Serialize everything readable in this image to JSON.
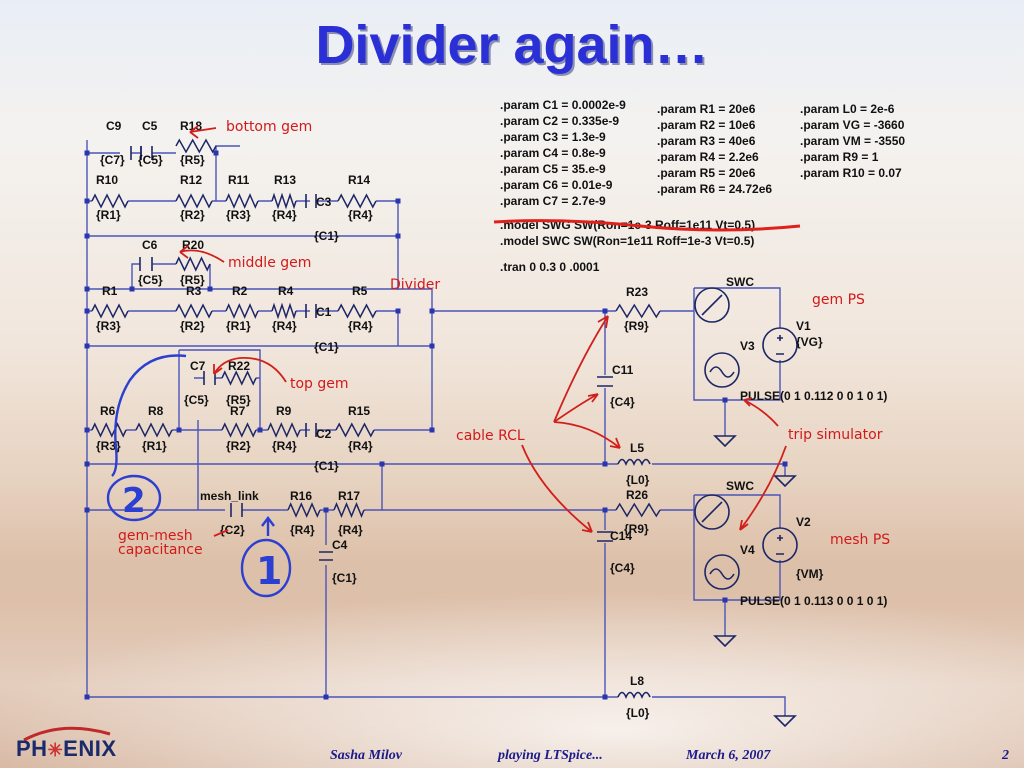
{
  "slide": {
    "title": "Divider again…",
    "footer": {
      "author": "Sasha Milov",
      "topic": "playing LTSpice...",
      "date": "March 6, 2007",
      "page": "2"
    },
    "logo": {
      "left": "PH",
      "right": "ENIX"
    }
  },
  "params": {
    "col1": [
      ".param C1 = 0.0002e-9",
      ".param C2 = 0.335e-9",
      ".param C3 = 1.3e-9",
      ".param C4 = 0.8e-9",
      ".param C5 = 35.e-9",
      ".param C6 = 0.01e-9",
      ".param C7 = 2.7e-9"
    ],
    "col2": [
      ".param R1 = 20e6",
      ".param R2 = 10e6",
      ".param R3 = 40e6",
      ".param R4 = 2.2e6",
      ".param R5 = 20e6",
      ".param R6 = 24.72e6"
    ],
    "col3": [
      ".param L0 = 2e-6",
      ".param VG = -3660",
      ".param VM = -3550",
      ".param R9 = 1",
      ".param R10 = 0.07"
    ],
    "model_struck": ".model SWG SW(Ron=1e-3 Roff=1e11 Vt=0.5)",
    "model": ".model SWC SW(Ron=1e11 Roff=1e-3 Vt=0.5)",
    "tran": ".tran 0 0.3 0 .0001"
  },
  "components": {
    "C9": "C9",
    "C9v": "{C7}",
    "C5": "C5",
    "C5v": "{C5}",
    "R18": "R18",
    "R18v": "{R5}",
    "R10": "R10",
    "R10v": "{R1}",
    "R12": "R12",
    "R12v": "{R2}",
    "R11": "R11",
    "R11v": "{R3}",
    "R13": "R13",
    "R13v": "{R4}",
    "C3": "C3",
    "C3v": "{C1}",
    "R14": "R14",
    "R14v": "{R4}",
    "C6": "C6",
    "C6v": "{C5}",
    "R20": "R20",
    "R20v": "{R5}",
    "R1": "R1",
    "R1v": "{R3}",
    "R3": "R3",
    "R3v": "{R2}",
    "R2": "R2",
    "R2v": "{R1}",
    "R4": "R4",
    "R4v": "{R4}",
    "C1": "C1",
    "C1v": "{C1}",
    "R5": "R5",
    "R5v": "{R4}",
    "C7": "C7",
    "C7v": "{C5}",
    "R22": "R22",
    "R22v": "{R5}",
    "R6": "R6",
    "R6v": "{R3}",
    "R8": "R8",
    "R8v": "{R1}",
    "R7": "R7",
    "R7v": "{R2}",
    "R9": "R9",
    "R9v": "{R4}",
    "C2": "C2",
    "C2v": "{C1}",
    "R15": "R15",
    "R15v": "{R4}",
    "mesh_link": "mesh_link",
    "mesh_linkv": "{C2}",
    "R16": "R16",
    "R16v": "{R4}",
    "R17": "R17",
    "R17v": "{R4}",
    "C4": "C4",
    "C4v": "{C1}",
    "R23": "R23",
    "R23v": "{R9}",
    "C11": "C11",
    "C11v": "{C4}",
    "L5": "L5",
    "L5v": "{L0}",
    "R26": "R26",
    "R26v": "{R9}",
    "C14": "C14",
    "C14v": "{C4}",
    "L8": "L8",
    "L8v": "{L0}",
    "SWC1": "SWC",
    "SWC2": "SWC",
    "V1": "V1",
    "V1v": "{VG}",
    "V3": "V3",
    "V2": "V2",
    "V2v": "{VM}",
    "V4": "V4",
    "pulse1": "PULSE(0 1 0.112 0 0 1 0 1)",
    "pulse2": "PULSE(0 1 0.113 0 0 1 0 1)"
  },
  "annotations": {
    "bottom_gem": "bottom gem",
    "middle_gem": "middle gem",
    "top_gem": "top gem",
    "divider": "Divider",
    "gem_ps": "gem PS",
    "cable_rcl": "cable RCL",
    "trip_simulator": "trip simulator",
    "mesh_ps": "mesh PS",
    "gem_mesh": "gem-mesh",
    "capacitance": "capacitance",
    "num1": "1",
    "num2": "2"
  },
  "colors": {
    "title": "#2a2fd6",
    "wire": "#4b55b8",
    "annotation": "#d11a1a",
    "ink": "#2b3fd0"
  }
}
